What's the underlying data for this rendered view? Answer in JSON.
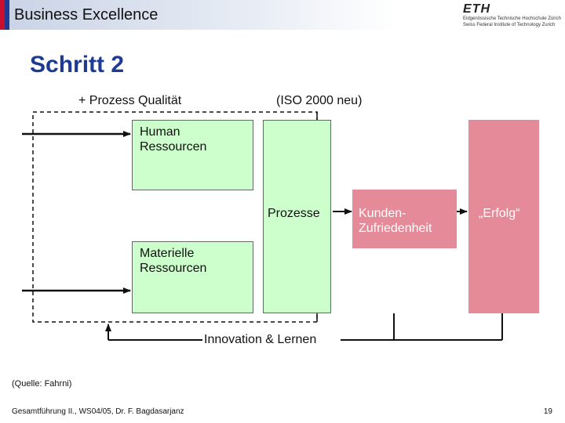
{
  "header": {
    "title": "Business Excellence",
    "logo": {
      "mark": "ETH",
      "line1": "Eidgenössische Technische Hochschule Zürich",
      "line2": "Swiss Federal Institute of Technology Zurich"
    }
  },
  "slide": {
    "title": "Schritt 2",
    "top_label_left": "+ Prozess Qualität",
    "top_label_right": "(ISO 2000 neu)",
    "boxes": {
      "human": [
        "Human",
        "Ressourcen"
      ],
      "material": [
        "Materielle",
        "Ressourcen"
      ],
      "process": "Prozesse",
      "customer": [
        "Kunden-",
        "Zufriedenheit"
      ],
      "success": "„Erfolg“"
    },
    "feedback_label": "Innovation & Lernen",
    "source_note": "(Quelle: Fahrni)"
  },
  "footer": {
    "course": "Gesamtführung II., WS04/05, Dr. F. Bagdasarjanz",
    "page": "19"
  },
  "colors": {
    "title_blue": "#1f3a93",
    "box_green": "#ccffcc",
    "box_pink": "#e48a98",
    "accent_red": "#c8102e"
  }
}
